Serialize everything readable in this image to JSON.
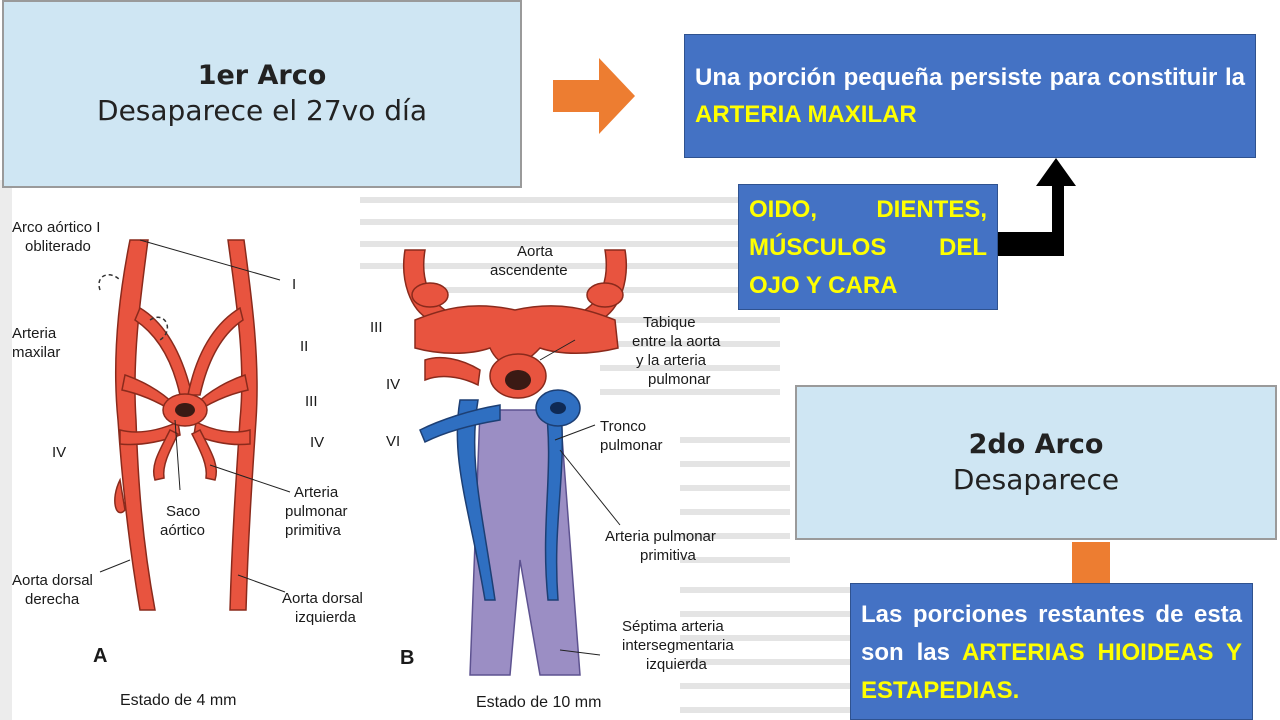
{
  "slide": {
    "box1": {
      "line1": "1er Arco",
      "line2": "Desaparece el 27vo día"
    },
    "box2": {
      "line1": "2do Arco",
      "line2": "Desaparece"
    },
    "info_top": {
      "text": "Una porción pequeña persiste para constituir la ",
      "highlight": "ARTERIA MAXILAR"
    },
    "info_mid": {
      "text": "OIDO, DIENTES, MÚSCULOS DEL OJO Y CARA"
    },
    "info_bottom": {
      "text": "Las porciones restantes de esta son las ",
      "highlight": "ARTERIAS HIOIDEAS Y ESTAPEDIAS."
    },
    "colors": {
      "box_fill": "#cfe6f3",
      "blue": "#4472c4",
      "orange": "#ed7d31",
      "highlight": "#ffff00",
      "artery": "#e8543f",
      "vein": "#2f6fc1"
    }
  },
  "figure": {
    "labels": {
      "arco_aortico": "Arco aórtico I",
      "obliterado": "obliterado",
      "arteria": "Arteria",
      "maxilar": "maxilar",
      "roman_I": "I",
      "roman_II": "II",
      "roman_III": "III",
      "roman_IV_a": "IV",
      "roman_IV_b": "IV",
      "saco": "Saco",
      "aortico": "aórtico",
      "arteria_pulm1": "Arteria",
      "pulmonar": "pulmonar",
      "primitiva": "primitiva",
      "aorta_dorsal_d1": "Aorta dorsal",
      "aorta_dorsal_d2": "derecha",
      "aorta_dorsal_i1": "Aorta dorsal",
      "aorta_dorsal_i2": "izquierda",
      "A": "A",
      "estado4": "Estado de 4 mm",
      "aorta": "Aorta",
      "ascendente": "ascendente",
      "roman_III_b": "III",
      "tabique1": "Tabique",
      "tabique2": "entre la aorta",
      "tabique3": "y la arteria",
      "tabique4": "pulmonar",
      "roman_IV_c": "IV",
      "roman_VI": "VI",
      "tronco1": "Tronco",
      "tronco2": "pulmonar",
      "art_pulm_prim1": "Arteria pulmonar",
      "art_pulm_prim2": "primitiva",
      "septima1": "Séptima arteria",
      "septima2": "intersegmentaria",
      "septima3": "izquierda",
      "B": "B",
      "estado10": "Estado de 10 mm"
    }
  }
}
